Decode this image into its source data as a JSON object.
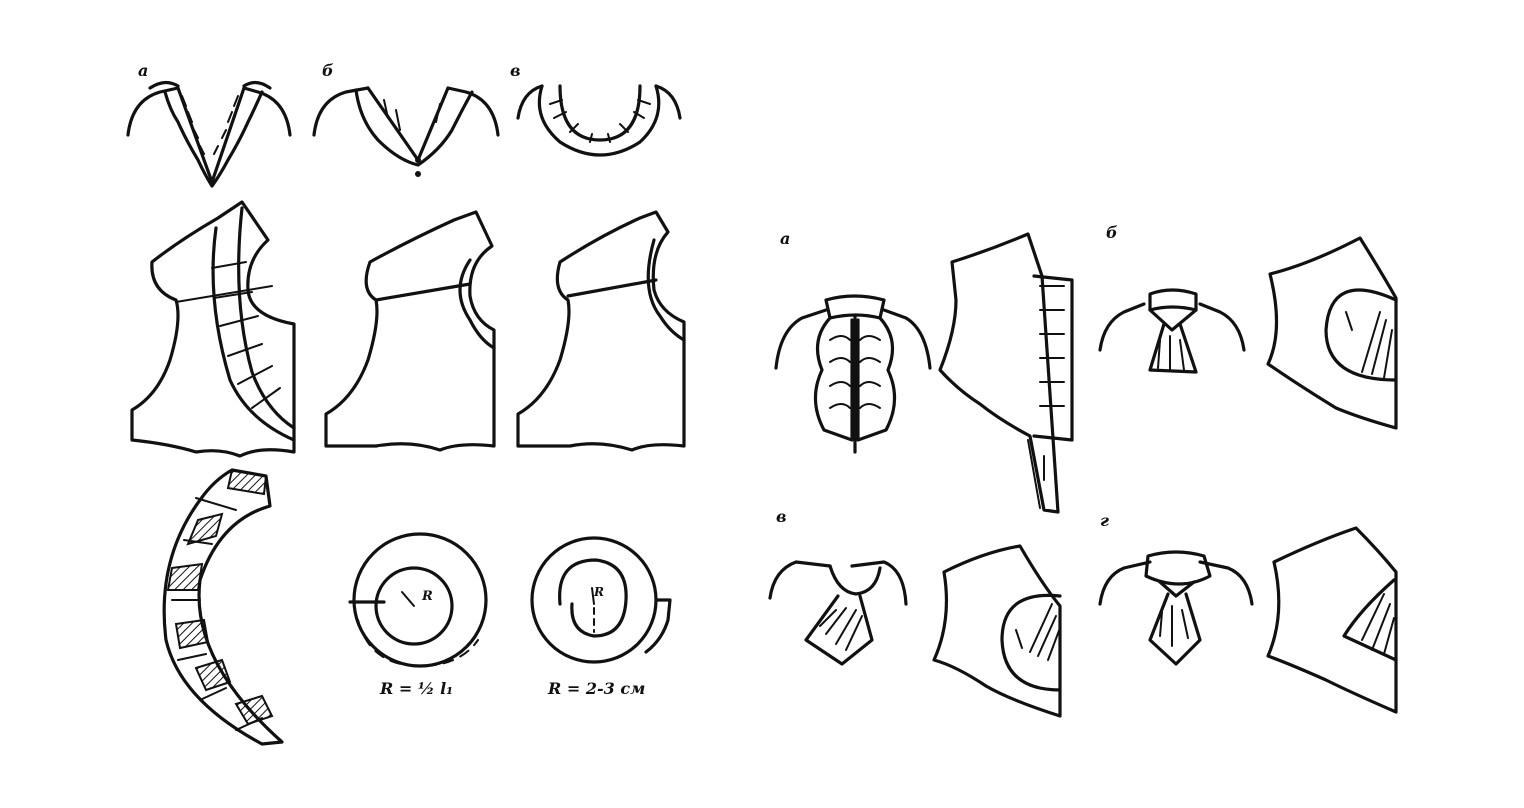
{
  "left_group": {
    "labels": [
      "а",
      "б",
      "в"
    ],
    "formula_left": "R = ½ l₁",
    "formula_right": "R = 2-3 см",
    "radius_mark": "R"
  },
  "right_group": {
    "labels": [
      "а",
      "б",
      "в",
      "г"
    ]
  }
}
